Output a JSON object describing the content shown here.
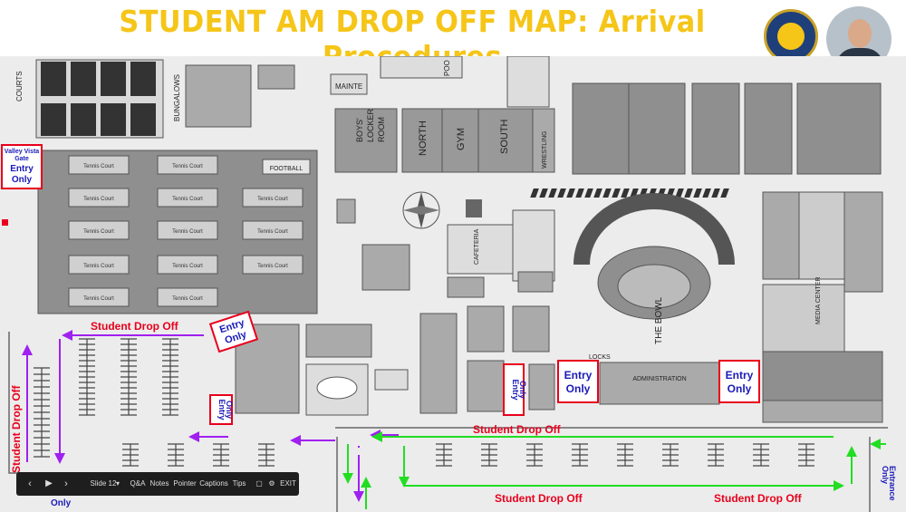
{
  "title": "STUDENT AM DROP OFF MAP: Arrival Procedures",
  "labels": {
    "valley_vista_gate": [
      "Valley Vista",
      "Gate"
    ],
    "entry_only": [
      "Entry",
      "Only"
    ],
    "student_drop_off": "Student Drop Off",
    "entrance_only": [
      "Entrance",
      "Only"
    ],
    "only_bottom": "Only"
  },
  "buildings": {
    "courts": "COURTS",
    "bungalows": "BUNGALOWS",
    "mainte": "MAINTE",
    "pool": "POO",
    "boys_locker_room": [
      "BOYS'",
      "LOCKER",
      "ROOM"
    ],
    "north": "NORTH",
    "gym": "GYM",
    "south": "SOUTH",
    "wrestling": "WRESTLING",
    "football": "FOOTBALL",
    "tennis_court": "Tennis Court",
    "the_bowl": "THE BOWL",
    "administration": "ADMINISTRATION",
    "media_center": "MEDIA CENTER",
    "cafeteria": "CAFETERIA",
    "locks": "LOCKS"
  },
  "toolbar": {
    "slide": "Slide 12",
    "qa": "Q&A",
    "notes": "Notes",
    "pointer": "Pointer",
    "captions": "Captions",
    "tips": "Tips",
    "exit": "EXIT"
  },
  "colors": {
    "title": "#f5c518",
    "label_red": "#e8001c",
    "label_blue": "#1a1ab8",
    "arrow_purple": "#a020f0",
    "arrow_green": "#22dd22",
    "building_gray": "#8f8f8f"
  }
}
